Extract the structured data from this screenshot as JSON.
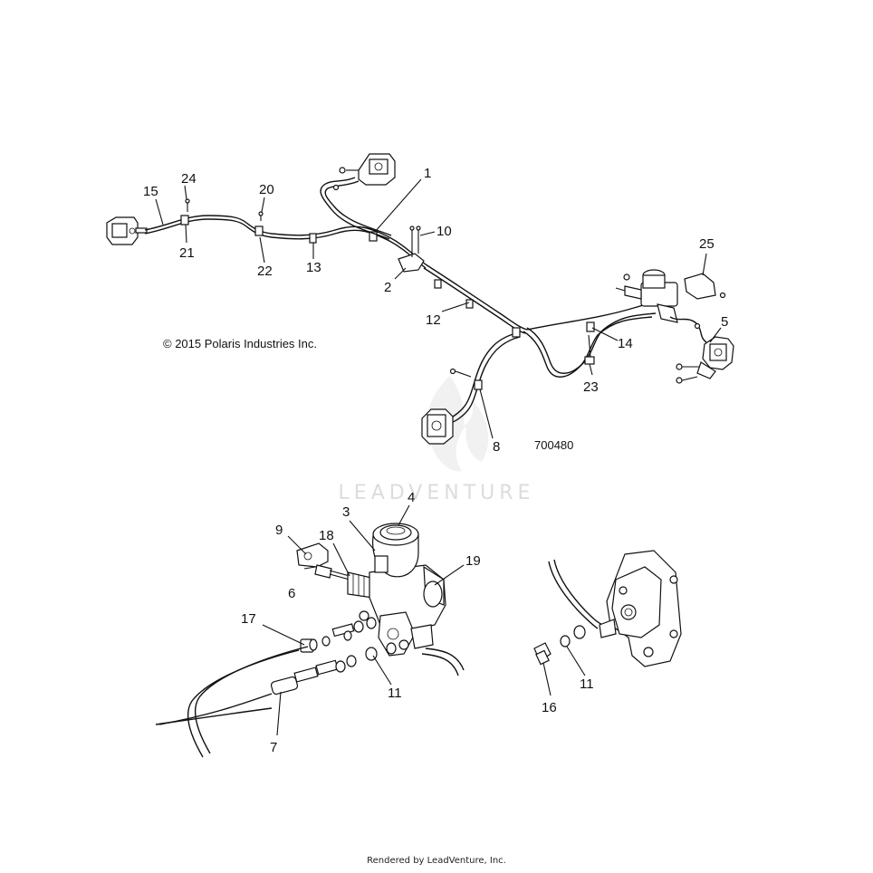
{
  "copyright": "© 2015 Polaris Industries Inc.",
  "diagram_number": "700480",
  "watermark": "LEADVENTURE",
  "footer": "Rendered by LeadVenture, Inc.",
  "callouts": {
    "c1": "1",
    "c2": "2",
    "c3": "3",
    "c4": "4",
    "c5": "5",
    "c6": "6",
    "c7": "7",
    "c8": "8",
    "c9": "9",
    "c10": "10",
    "c11a": "11",
    "c11b": "11",
    "c12": "12",
    "c13": "13",
    "c14": "14",
    "c15": "15",
    "c16": "16",
    "c17": "17",
    "c18": "18",
    "c19": "19",
    "c20": "20",
    "c21": "21",
    "c22": "22",
    "c23": "23",
    "c24": "24",
    "c25": "25"
  }
}
